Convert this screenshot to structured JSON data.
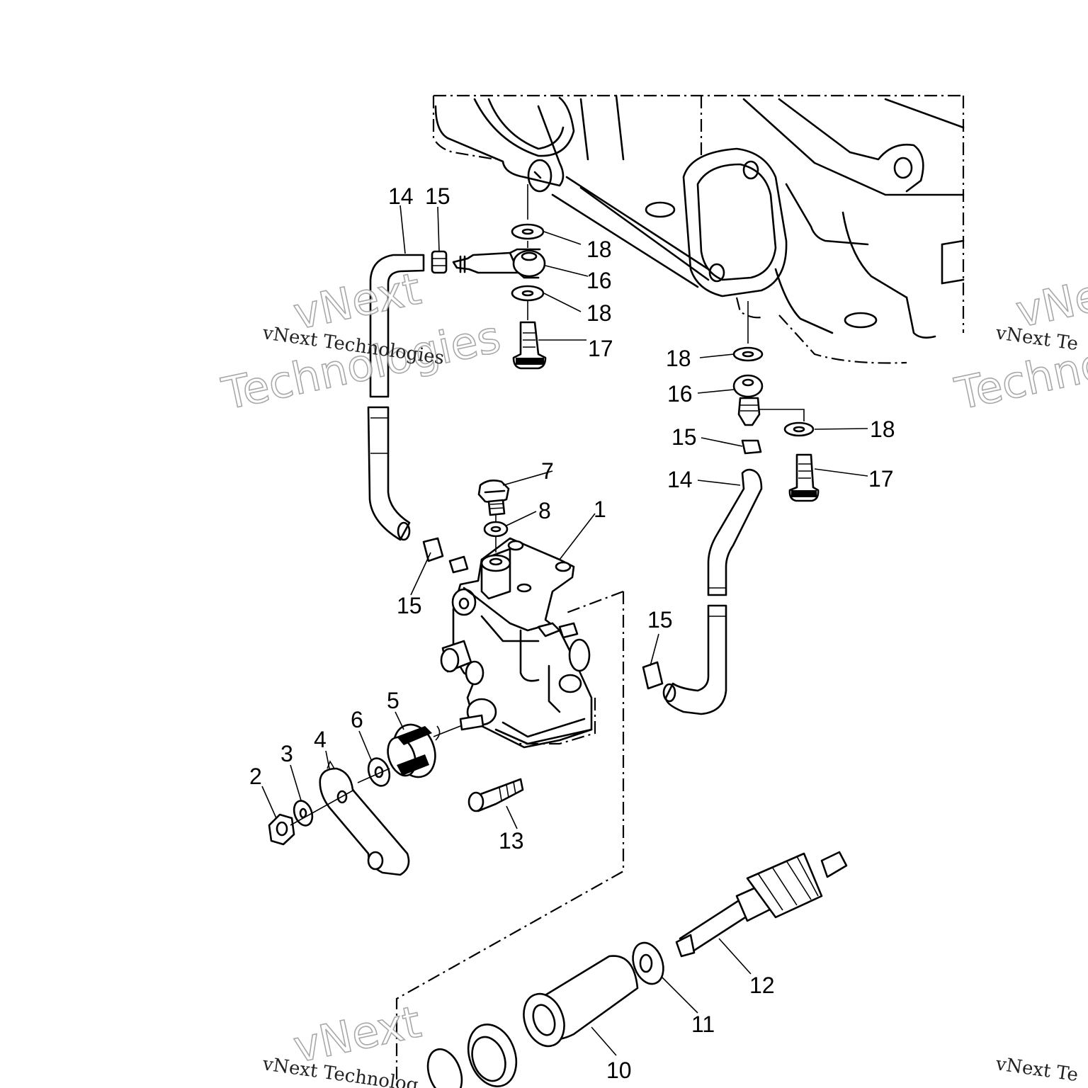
{
  "callouts": {
    "c1": "1",
    "c2": "2",
    "c3": "3",
    "c4": "4",
    "c5": "5",
    "c6": "6",
    "c7": "7",
    "c8": "8",
    "c10": "10",
    "c11": "11",
    "c12": "12",
    "c13": "13",
    "c14a": "14",
    "c15a": "15",
    "c16a": "16",
    "c17a": "17",
    "c18a": "18",
    "c18b": "18",
    "c18c": "18",
    "c16b": "16",
    "c18d": "18",
    "c15b": "15",
    "c14b": "14",
    "c17b": "17",
    "c15c": "15",
    "c15d": "15"
  },
  "watermark": {
    "big_line1": "vNext",
    "big_line2": "Technologies",
    "small": "vNext Technologies",
    "small_right": "vNext Te",
    "big_right_line1": "vNe",
    "big_right_line2": "Techno",
    "bottom_small": "vNext Technolog",
    "bottom_right_small": "vNext Te"
  }
}
